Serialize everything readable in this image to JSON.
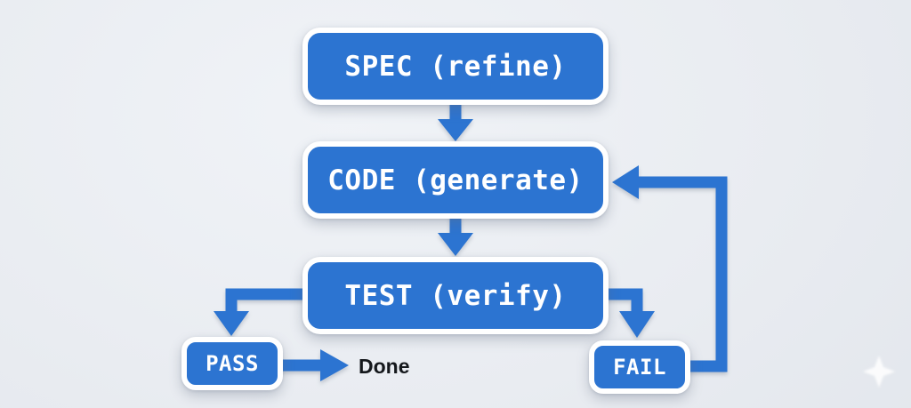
{
  "colors": {
    "accent": "#2c74d1",
    "bg": "#e9ecf1",
    "node-text": "#ffffff",
    "node-border": "#ffffff",
    "done-text": "#15181c",
    "sparkle": "#ffffff"
  },
  "nodes": {
    "spec": {
      "label": "SPEC (refine)"
    },
    "code": {
      "label": "CODE (generate)"
    },
    "test": {
      "label": "TEST (verify)"
    },
    "pass": {
      "label": "PASS"
    },
    "fail": {
      "label": "FAIL"
    }
  },
  "labels": {
    "done": "Done"
  },
  "edges": [
    {
      "from": "SPEC",
      "to": "CODE",
      "type": "flow"
    },
    {
      "from": "CODE",
      "to": "TEST",
      "type": "flow"
    },
    {
      "from": "TEST",
      "to": "PASS",
      "type": "branch-left"
    },
    {
      "from": "TEST",
      "to": "FAIL",
      "type": "branch-right"
    },
    {
      "from": "PASS",
      "to": "Done",
      "type": "flow"
    },
    {
      "from": "FAIL",
      "to": "CODE",
      "type": "feedback-loop"
    }
  ]
}
